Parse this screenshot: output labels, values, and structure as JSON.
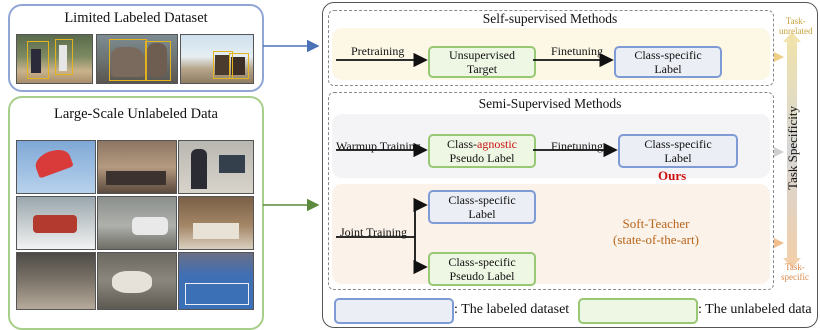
{
  "left": {
    "labeled_title": "Limited Labeled Dataset",
    "unlabeled_title": "Large-Scale Unlabeled Data"
  },
  "self_supervised": {
    "title": "Self-supervised Methods",
    "pretraining": "Pretraining",
    "box1_line1": "Unsupervised",
    "box1_line2": "Target",
    "finetuning": "Finetuning",
    "box2_line1": "Class-specific",
    "box2_line2": "Label"
  },
  "semi_supervised": {
    "title": "Semi-Supervised Methods",
    "warmup": "Warmup Training",
    "box1_prefix": "Class-",
    "box1_highlight": "agnostic",
    "box1_line2": "Pseudo Label",
    "finetuning": "Finetuning",
    "box2_line1": "Class-specific",
    "box2_line2": "Label",
    "ours": "Ours",
    "joint": "Joint Training",
    "box3_line1": "Class-specific",
    "box3_line2": "Label",
    "box4_line1": "Class-specific",
    "box4_line2": "Pseudo Label",
    "soft_teacher_line1": "Soft-Teacher",
    "soft_teacher_line2": "(state-of-the-art)"
  },
  "axis": {
    "label": "Task Specificity",
    "top_line1": "Task-",
    "top_line2": "unrelated",
    "bottom_line1": "Task-",
    "bottom_line2": "specific"
  },
  "legend": {
    "labeled": ": The labeled dataset",
    "unlabeled": ": The unlabeled data"
  },
  "colors": {
    "labeled_border": "#7f9bd6",
    "unlabeled_border": "#98c873",
    "ours": "#cc1111",
    "agnostic": "#cc1111",
    "soft_teacher": "#b8651b",
    "self_band": "#fdf8e6",
    "semi_band": "#f4f4f6",
    "soft_band": "#fbf3ea"
  }
}
